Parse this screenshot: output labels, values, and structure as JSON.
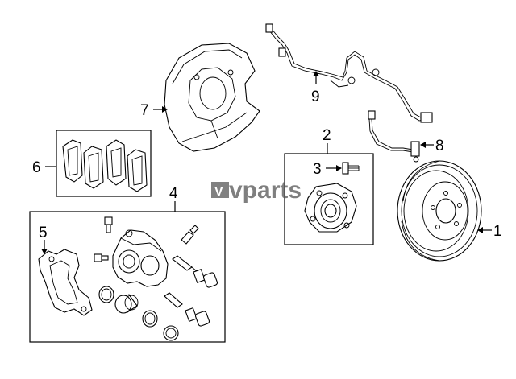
{
  "callouts": [
    "1",
    "2",
    "3",
    "4",
    "5",
    "6",
    "7",
    "8",
    "9"
  ],
  "watermark": {
    "text": "vparts",
    "mark": "V",
    "color": "#555555"
  },
  "colors": {
    "ink": "#000000",
    "paper": "#ffffff"
  }
}
